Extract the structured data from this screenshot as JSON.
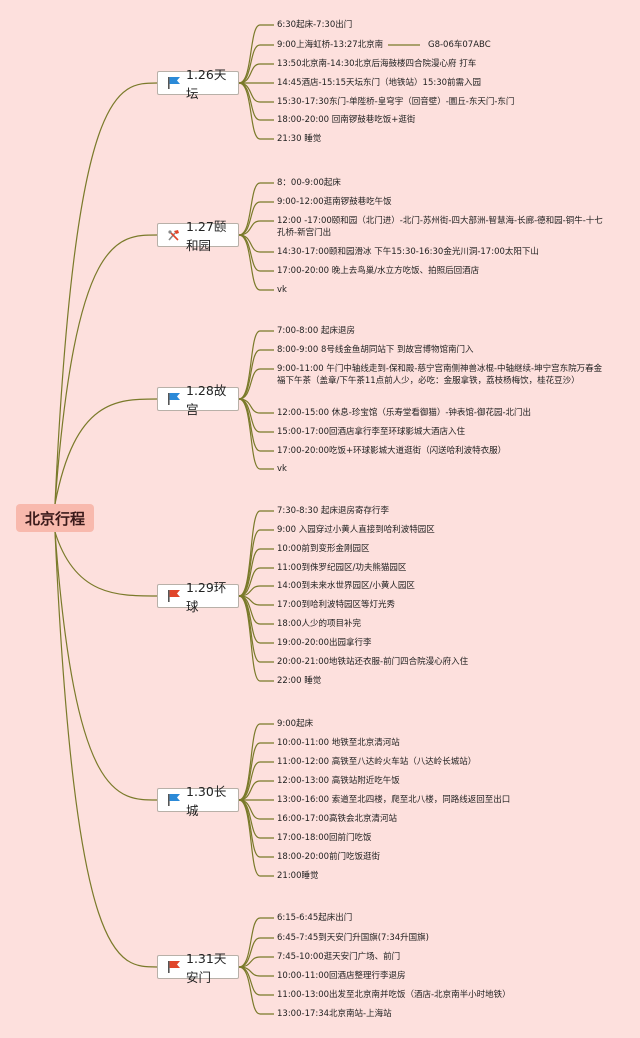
{
  "root": {
    "label": "北京行程"
  },
  "branches": [
    {
      "label": "1.26天坛",
      "flag_color": "#2b8ad8",
      "items": [
        "6:30起床-7:30出门",
        "9:00上海虹桥-13:27北京南",
        "13:50北京南-14:30北京后海鼓楼四合院漫心府 打车",
        "14:45酒店-15:15天坛东门（地铁站）15:30前需入园",
        "15:30-17:30东门-单陛桥-皇穹宇（回音壁）-圜丘-东天门-东门",
        "18:00-20:00 回南锣鼓巷吃饭+逛街",
        "21:30 睡觉"
      ],
      "note": "G8-06车07ABC"
    },
    {
      "label": "1.27颐和园",
      "flag_color": "#e0452a",
      "items": [
        "8：00-9:00起床",
        "9:00-12:00逛南锣鼓巷吃午饭",
        "12:00 -17:00颐和园（北门进）-北门-苏州街-四大部洲-智慧海-长廊-德和园-铜牛-十七孔桥-新宫门出",
        "14:30-17:00颐和园滑冰 下午15:30-16:30金光川洞-17:00太阳下山",
        "17:00-20:00 晚上去鸟巢/水立方吃饭、拍照后回酒店",
        "vk"
      ]
    },
    {
      "label": "1.28故宫",
      "flag_color": "#2b8ad8",
      "items": [
        "7:00-8:00 起床退房",
        "8:00-9:00 8号线金鱼胡同站下 到故宫博物馆南门入",
        "9:00-11:00 午门中轴线走到-保和殿-慈宁宫南侧神兽冰棍-中轴继续-坤宁宫东院万春金福下午茶（盖章/下午茶11点前人少，必吃：金服拿铁，荔枝杨梅饮，桂花豆沙）",
        "12:00-15:00 休息-珍宝馆（乐寿堂看御猫）-钟表馆-御花园-北门出",
        "15:00-17:00回酒店拿行李至环球影城大酒店入住",
        "17:00-20:00吃饭+环球影城大道逛街（闪送哈利波特衣服）",
        "vk"
      ]
    },
    {
      "label": "1.29环球",
      "flag_color": "#e0452a",
      "items": [
        "7:30-8:30 起床退房寄存行李",
        "9:00 入园穿过小黄人直接到哈利波特园区",
        "10:00前到变形金刚园区",
        "11:00到侏罗纪园区/功夫熊猫园区",
        "14:00到未来水世界园区/小黄人园区",
        "17:00到哈利波特园区等灯光秀",
        "18:00人少的项目补完",
        "19:00-20:00出园拿行李",
        "20:00-21:00地铁站还衣服-前门四合院漫心府入住",
        "22:00 睡觉"
      ]
    },
    {
      "label": "1.30长城",
      "flag_color": "#2b8ad8",
      "items": [
        "9:00起床",
        "10:00-11:00 地铁至北京清河站",
        "11:00-12:00 高铁至八达岭火车站（八达岭长城站）",
        "12:00-13:00 高铁站附近吃午饭",
        "13:00-16:00 索道至北四楼，爬至北八楼，同路线返回至出口",
        "16:00-17:00高铁会北京清河站",
        "17:00-18:00回前门吃饭",
        "18:00-20:00前门吃饭逛街",
        "21:00睡觉"
      ]
    },
    {
      "label": "1.31天安门",
      "flag_color": "#e0452a",
      "items": [
        "6:15-6:45起床出门",
        "6:45-7:45到天安门升国旗(7:34升国旗)",
        "7:45-10:00逛天安门广场、前门",
        "10:00-11:00回酒店整理行李退房",
        "11:00-13:00出发至北京南并吃饭（酒店-北京南半小时地铁）",
        "13:00-17:34北京南站-上海站"
      ]
    }
  ],
  "colors": {
    "line": "#7a7a2a",
    "background": "#fde0dd",
    "root_fill": "#f8b9ad"
  }
}
